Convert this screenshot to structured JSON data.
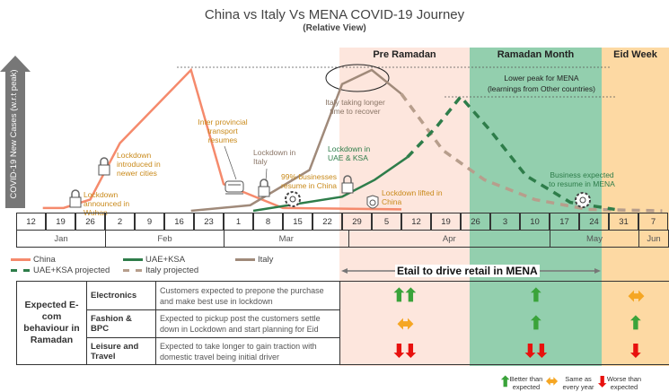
{
  "chart_data": {
    "type": "line",
    "title": "China vs Italy Vs MENA COVID-19 Journey",
    "subtitle": "(Relative View)",
    "ylabel": "COVID-19 New Cases (w.r.t peak)",
    "ylim": [
      0,
      100
    ],
    "x_weeks": [
      "12",
      "19",
      "26",
      "2",
      "9",
      "16",
      "23",
      "1",
      "8",
      "15",
      "22",
      "29",
      "5",
      "12",
      "19",
      "26",
      "3",
      "10",
      "17",
      "24",
      "31",
      "7"
    ],
    "months": [
      {
        "label": "Jan",
        "span": 3
      },
      {
        "label": "Feb",
        "span": 4
      },
      {
        "label": "Mar",
        "span": 4.2
      },
      {
        "label": "Apr",
        "span": 6.8
      },
      {
        "label": "May",
        "span": 3
      },
      {
        "label": "Jun",
        "span": 1
      }
    ],
    "phases": [
      {
        "label": "Pre Ramadan",
        "color": "#fde6dd"
      },
      {
        "label": "Ramadan Month",
        "color": "#93cfae"
      },
      {
        "label": "Eid Week",
        "color": "#fdd9a3"
      }
    ],
    "series": [
      {
        "name": "China",
        "color": "#f58a6c",
        "dashed": false,
        "points": [
          [
            0.4,
            2
          ],
          [
            1.1,
            2
          ],
          [
            2,
            8
          ],
          [
            3,
            48
          ],
          [
            5.4,
            100
          ],
          [
            6.5,
            19
          ],
          [
            8.5,
            2
          ],
          [
            12.5,
            1
          ]
        ]
      },
      {
        "name": "Italy",
        "color": "#a08a7a",
        "dashed": false,
        "points": [
          [
            5.4,
            0
          ],
          [
            7.4,
            4
          ],
          [
            9.4,
            29
          ],
          [
            10.5,
            90
          ],
          [
            11.5,
            100
          ],
          [
            12.5,
            83
          ]
        ]
      },
      {
        "name": "Italy projected",
        "color": "#b79e8c",
        "dashed": true,
        "points": [
          [
            12.5,
            83
          ],
          [
            13.9,
            43
          ],
          [
            15.3,
            22
          ],
          [
            17,
            8
          ],
          [
            18.8,
            1
          ],
          [
            21.3,
            0
          ]
        ]
      },
      {
        "name": "UAE+KSA",
        "color": "#2e7d4a",
        "dashed": false,
        "points": [
          [
            7.5,
            0
          ],
          [
            10.5,
            10
          ],
          [
            11.6,
            22
          ],
          [
            12.7,
            38
          ]
        ]
      },
      {
        "name": "UAE+KSA projected",
        "color": "#2e7d4a",
        "dashed": true,
        "points": [
          [
            12.7,
            38
          ],
          [
            13.7,
            60
          ],
          [
            14.5,
            81
          ],
          [
            15.5,
            57
          ],
          [
            16.7,
            25
          ],
          [
            18.2,
            6
          ],
          [
            19.7,
            1
          ]
        ]
      }
    ],
    "legend": [
      "China",
      "UAE+KSA",
      "Italy",
      "UAE+KSA projected",
      "Italy projected"
    ],
    "annotations": {
      "wuhan": "Lockdown announced in Wuhan",
      "newer_cities": "Lockdown introduced in newer cities",
      "transport": "Inter provincial transport resumes",
      "italy_lockdown": "Lockdown in Italy",
      "businesses": "99% businesses resume in China",
      "uae_lockdown": "Lockdown in UAE & KSA",
      "lifted": "Lockdown lifted in China",
      "italy_recover": "Italy taking longer time to recover",
      "lower_peak": "Lower peak for MENA",
      "learnings": "(learnings from Other countries)",
      "mena_business": "Business expected to resume in MENA"
    }
  },
  "etail": "Etail to drive retail in MENA",
  "table": {
    "header": "Expected E-com behaviour in Ramadan",
    "rows": [
      {
        "category": "Electronics",
        "desc": "Customers expected to prepone the purchase and make best use in lockdown",
        "pre": [
          "up",
          "up"
        ],
        "ram": [
          "up"
        ],
        "eid": [
          "same"
        ]
      },
      {
        "category": "Fashion & BPC",
        "desc": "Expected to pickup post the customers settle down in Lockdown and start planning for Eid",
        "pre": [
          "same"
        ],
        "ram": [
          "up"
        ],
        "eid": [
          "up"
        ]
      },
      {
        "category": "Leisure and Travel",
        "desc": "Expected to take longer to gain traction with domestic travel being initial driver",
        "pre": [
          "down",
          "down"
        ],
        "ram": [
          "down",
          "down"
        ],
        "eid": [
          "down"
        ]
      }
    ]
  },
  "key": {
    "up": "Better than expected",
    "same": "Same as every year",
    "down": "Worse than expected"
  }
}
